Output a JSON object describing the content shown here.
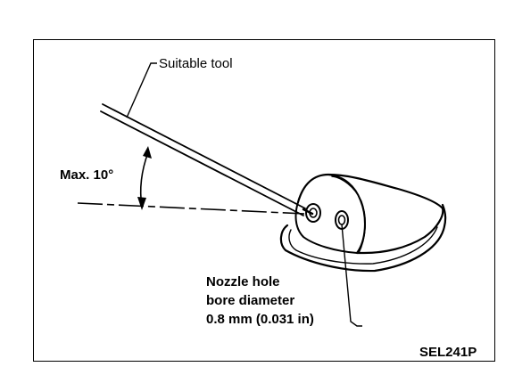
{
  "figure": {
    "tool_label": "Suitable tool",
    "angle_label": "Max. 10°",
    "nozzle_label_lines": [
      "Nozzle hole",
      "bore diameter",
      "0.8 mm (0.031 in)"
    ],
    "reference_code": "SEL241P"
  },
  "colors": {
    "ink": "#000000",
    "background": "#ffffff"
  }
}
